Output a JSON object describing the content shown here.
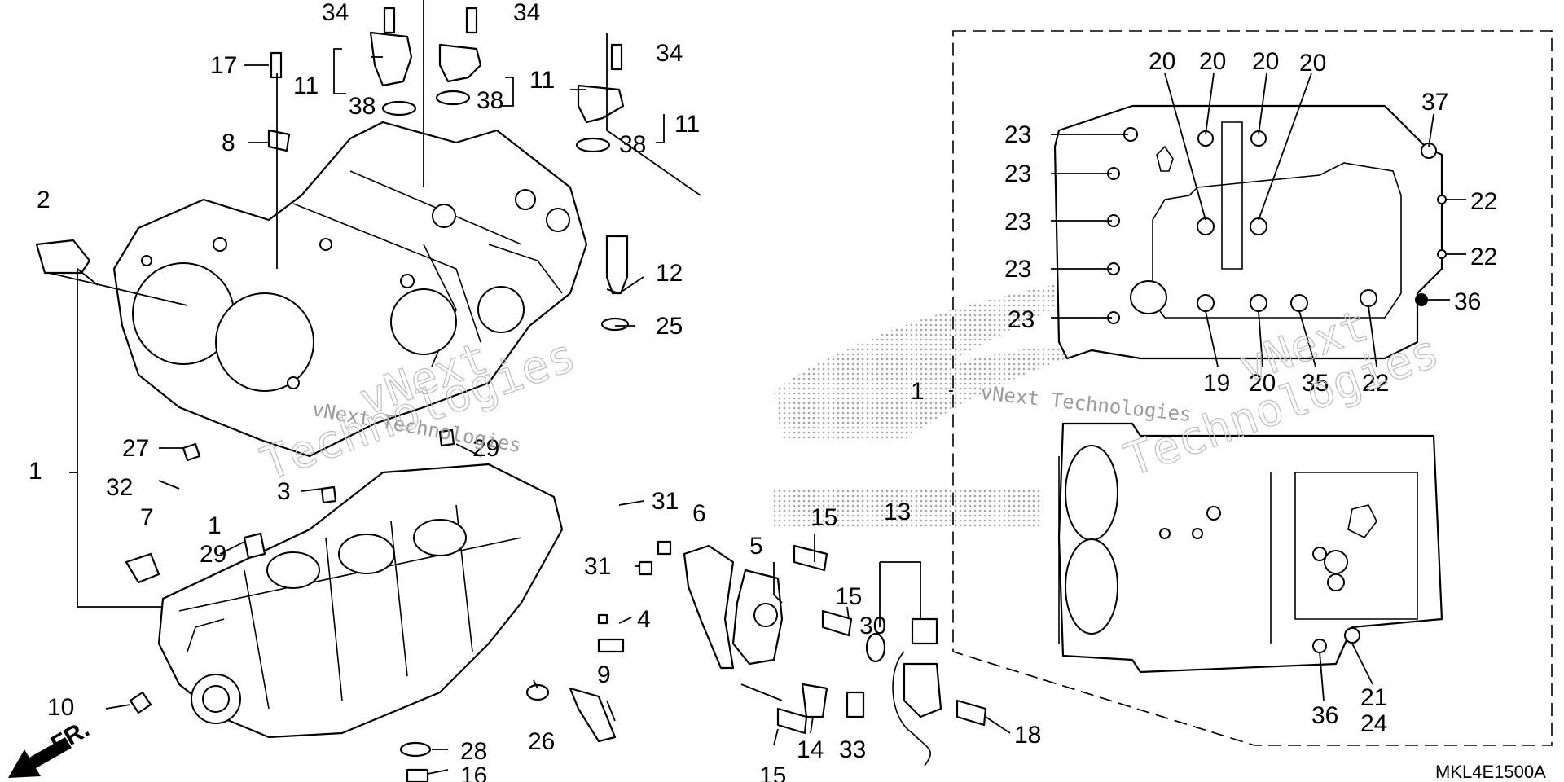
{
  "diagram": {
    "part_code": "MKL4E1500A",
    "front_marker": "FR.",
    "watermark": {
      "brand": "vNext",
      "line": "vNext Technologies",
      "word": "Technologies"
    },
    "callouts": [
      "1",
      "2",
      "3",
      "4",
      "5",
      "6",
      "7",
      "8",
      "9",
      "10",
      "11",
      "12",
      "13",
      "14",
      "15",
      "16",
      "17",
      "18",
      "19",
      "20",
      "21",
      "22",
      "23",
      "24",
      "25",
      "26",
      "27",
      "28",
      "29",
      "30",
      "31",
      "32",
      "33",
      "34",
      "35",
      "36",
      "37",
      "38"
    ]
  }
}
